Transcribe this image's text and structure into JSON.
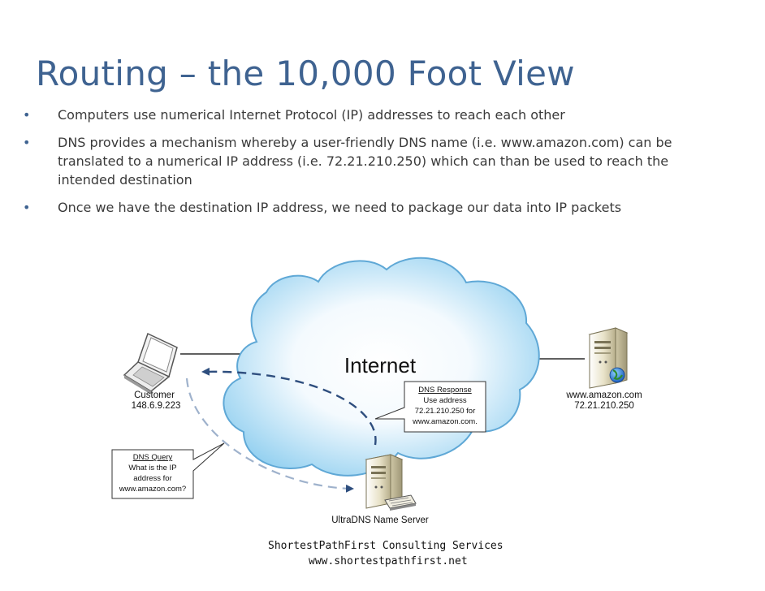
{
  "slide": {
    "title": "Routing – the 10,000 Foot View",
    "bullets": [
      "Computers use numerical Internet Protocol (IP) addresses to reach each other",
      "DNS provides a mechanism whereby a user-friendly DNS name (i.e. www.amazon.com) can be translated to a numerical IP address (i.e. 72.21.210.250) which can than be used to reach the intended destination",
      "Once we have the destination IP address, we need to package our data into IP packets"
    ]
  },
  "diagram": {
    "cloud_label": "Internet",
    "customer": {
      "name": "Customer",
      "ip": "148.6.9.223"
    },
    "web_server": {
      "name": "www.amazon.com",
      "ip": "72.21.210.250"
    },
    "name_server": {
      "name": "UltraDNS Name Server"
    },
    "dns_query": {
      "heading": "DNS Query",
      "line1": "What is the IP",
      "line2": "address for",
      "line3": "www.amazon.com?"
    },
    "dns_response": {
      "heading": "DNS Response",
      "line1": "Use address",
      "line2": "72.21.210.250 for",
      "line3": "www.amazon.com."
    },
    "colors": {
      "cloud_fill_center": "#FFFFFF",
      "cloud_fill_edge": "#8CCDEF",
      "cloud_stroke": "#5FA8D6",
      "arrow": "#2E4E7E",
      "title": "#3F6391"
    }
  },
  "footer": {
    "line1": "ShortestPathFirst Consulting Services",
    "line2": "www.shortestpathfirst.net"
  }
}
